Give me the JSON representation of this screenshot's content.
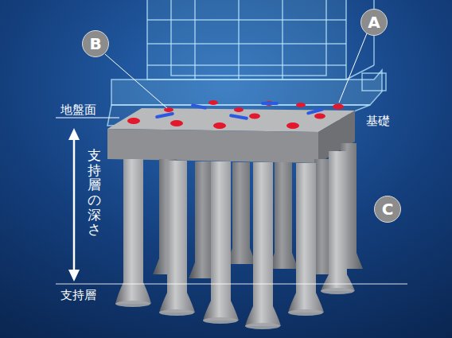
{
  "diagram": {
    "nodes": [
      {
        "text": [
          "A"
        ]
      },
      {
        "text": [
          "B"
        ]
      },
      {
        "text": [
          "C"
        ]
      }
    ],
    "labels": [
      "地盤面",
      "基礎",
      "支持層の深さ",
      "支持層"
    ]
  }
}
